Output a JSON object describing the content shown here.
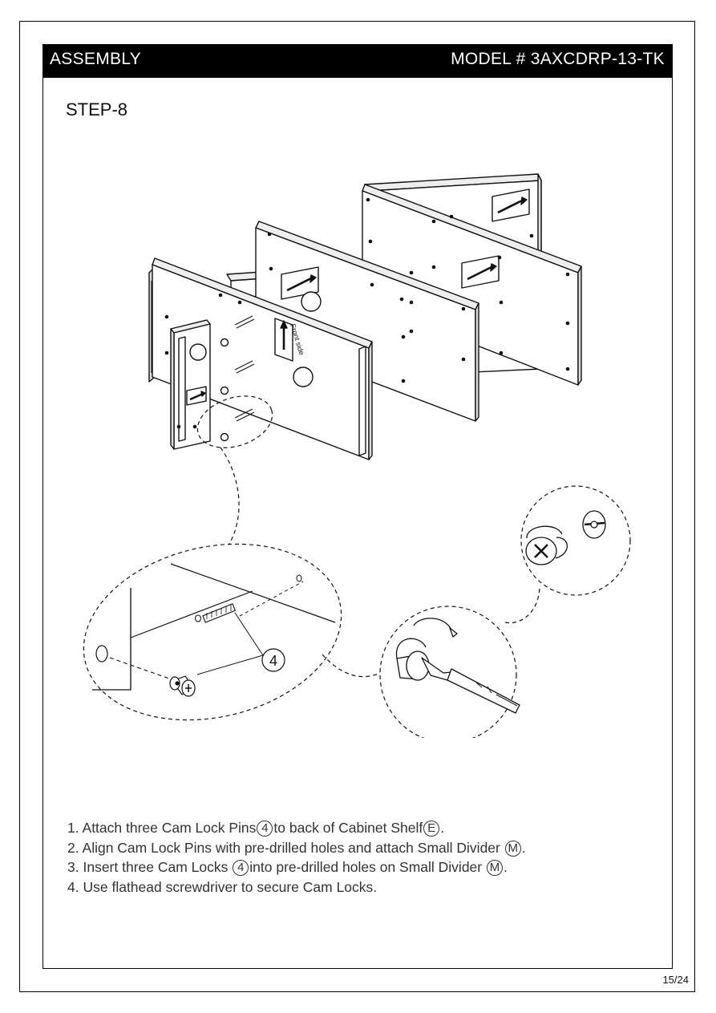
{
  "header": {
    "section": "ASSEMBLY",
    "model": "MODEL # 3AXCDRP-13-TK"
  },
  "step": {
    "title": "STEP-8"
  },
  "diagram": {
    "front_side_label": "Front side",
    "part_callout": "4"
  },
  "instructions": [
    {
      "n": "1.",
      "a": "Attach three Cam Lock Pins",
      "c1": "4",
      "b": "to back of Cabinet Shelf",
      "c2": "E",
      "c": "."
    },
    {
      "n": "2.",
      "a": "Align Cam Lock Pins with pre-drilled holes and attach Small Divider",
      "c1": "M",
      "b": "."
    },
    {
      "n": "3.",
      "a": "Insert three Cam Locks",
      "c1": "4",
      "b": "into pre-drilled holes on Small Divider",
      "c2": "M",
      "c": "."
    },
    {
      "n": "4.",
      "a": "Use flathead screwdriver to secure Cam Locks."
    }
  ],
  "footer": {
    "page": "15/24"
  }
}
